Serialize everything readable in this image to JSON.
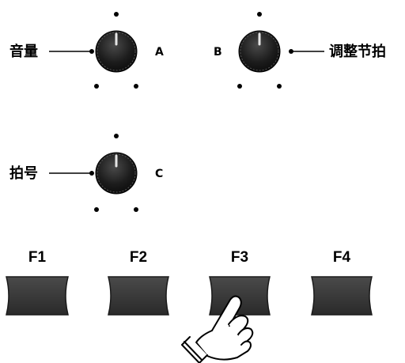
{
  "knobs": [
    {
      "label": "音量",
      "letter": "A"
    },
    {
      "label": "调整节拍",
      "letter": "B"
    },
    {
      "label": "拍号",
      "letter": "C"
    }
  ],
  "function_buttons": [
    {
      "label": "F1",
      "pressed": false
    },
    {
      "label": "F2",
      "pressed": false
    },
    {
      "label": "F3",
      "pressed": true
    },
    {
      "label": "F4",
      "pressed": false
    }
  ],
  "colors": {
    "knob_body": "#1a1a1a",
    "button_face": "#3a3a3a",
    "button_edge": "#222222",
    "line": "#000000"
  }
}
